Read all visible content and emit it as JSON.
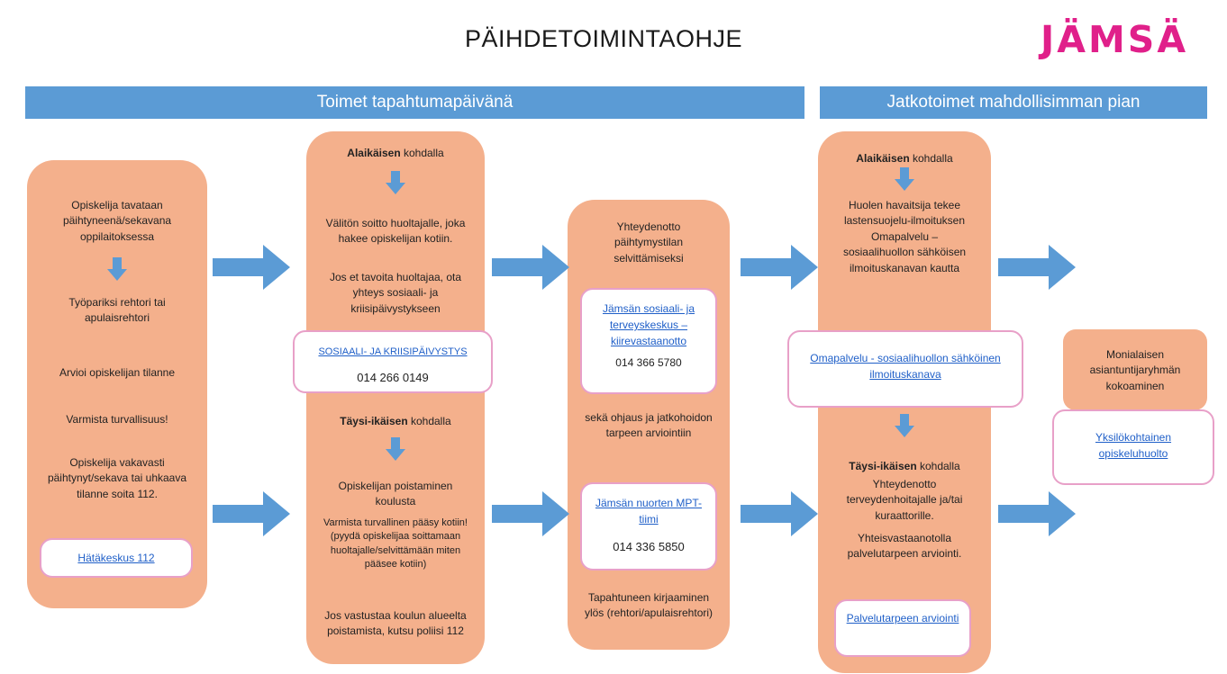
{
  "header": {
    "title": "PÄIHDETOIMINTAOHJE",
    "logo_text": "JÄMSÄ"
  },
  "banners": {
    "left": "Toimet tapahtumapäivänä",
    "right": "Jatkotoimet mahdollisimman pian"
  },
  "col1": {
    "text1": "Opiskelija tavataan päihtyneenä/sekavana oppilaitoksessa",
    "text2": "Työpariksi rehtori tai apulaisrehtori",
    "text3": "Arvioi opiskelijan tilanne",
    "text4": "Varmista turvallisuus!",
    "text5": "Opiskelija vakavasti päihtynyt/sekava tai uhkaava tilanne soita 112.",
    "link": "Hätäkeskus 112"
  },
  "col2": {
    "minor_bold": "Alaikäisen",
    "minor_rest": " kohdalla",
    "text1": "Välitön soitto huoltajalle, joka hakee opiskelijan kotiin.",
    "text2": "Jos et tavoita huoltajaa, ota yhteys sosiaali- ja kriisipäivystykseen",
    "link": "SOSIAALI- JA KRIISIPÄIVYSTYS",
    "phone": "014 266 0149",
    "adult_bold": "Täysi-ikäisen",
    "adult_rest": " kohdalla",
    "text3": "Opiskelijan poistaminen koulusta",
    "text4": "Varmista turvallinen pääsy kotiin! (pyydä opiskelijaa soittamaan huoltajalle/selvittämään miten pääsee kotiin)",
    "text5": "Jos vastustaa koulun alueelta poistamista, kutsu poliisi 112"
  },
  "col3": {
    "text1": "Yhteydenotto päihtymystilan selvittämiseksi",
    "link1": "Jämsän sosiaali- ja terveyskeskus – kiirevastaanotto",
    "phone1": "014 366 5780",
    "text2": "sekä ohjaus ja jatkohoidon tarpeen arviointiin",
    "link2": "Jämsän nuorten MPT-tiimi",
    "phone2": "014 336 5850",
    "text3": "Tapahtuneen kirjaaminen ylös (rehtori/apulaisrehtori)"
  },
  "col4": {
    "minor_bold": "Alaikäisen",
    "minor_rest": " kohdalla",
    "text1": "Huolen havaitsija tekee lastensuojelu-ilmoituksen Omapalvelu – sosiaalihuollon sähköisen ilmoituskanavan kautta",
    "link1": "Omapalvelu - sosiaalihuollon sähköinen ilmoituskanava",
    "adult_bold": "Täysi-ikäisen",
    "adult_rest": " kohdalla",
    "text2": "Yhteydenotto terveydenhoitajalle ja/tai kuraattorille.",
    "text3": "Yhteisvastaanotolla palvelutarpeen arviointi.",
    "link2": "Palvelutarpeen arviointi"
  },
  "col5": {
    "text1": "Monialaisen asiantuntijaryhmän kokoaminen",
    "link": "Yksilökohtainen opiskeluhuolto"
  },
  "colors": {
    "banner": "#5b9bd5",
    "box": "#f4b08c",
    "logo": "#e0208a",
    "arrow": "#5b9bd5",
    "link": "#1f5fc8"
  }
}
